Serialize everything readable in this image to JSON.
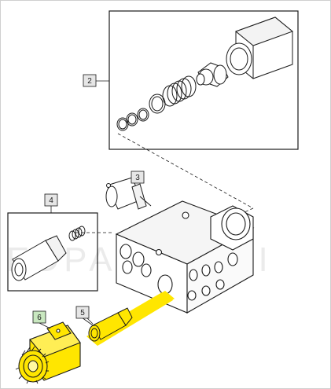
{
  "diagram": {
    "watermark": "EDPARTAGRI",
    "callouts": [
      {
        "id": "callout-2",
        "label": "2",
        "highlight": false
      },
      {
        "id": "callout-3",
        "label": "3",
        "highlight": false
      },
      {
        "id": "callout-4",
        "label": "4",
        "highlight": false
      },
      {
        "id": "callout-5",
        "label": "5",
        "highlight": false
      },
      {
        "id": "callout-6",
        "label": "6",
        "highlight": true
      }
    ],
    "colors": {
      "line": "#1a1a1a",
      "highlight": "#ffe600",
      "callout_fill": "#e6e6e6",
      "callout_fill_highlight": "#c9e8c0",
      "watermark": "#dcdcdc"
    }
  }
}
